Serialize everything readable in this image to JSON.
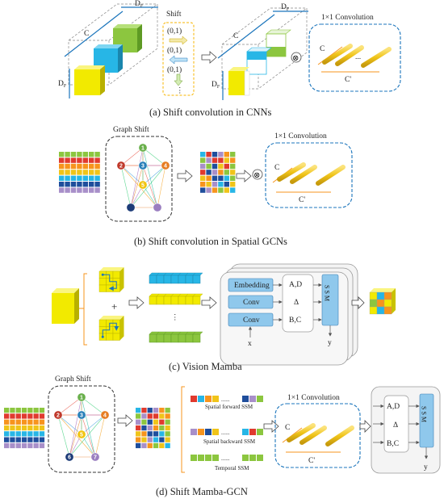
{
  "panel_a": {
    "caption": "(a) Shift convolution in CNNs",
    "dim_c": "C",
    "dim_df": "D",
    "dim_df_sub": "F",
    "shift_title": "Shift",
    "shift_items": [
      "(0,1)",
      "(0,1)",
      "(0,1)"
    ],
    "shift_more": "⋮",
    "conv_title": "1×1 Convolution",
    "conv_c": "C",
    "conv_cprime": "C'",
    "conv_dots": "...",
    "operator": "⊗"
  },
  "panel_b": {
    "caption": "(b) Shift convolution in Spatial GCNs",
    "graph_title": "Graph Shift",
    "nodes": [
      "1",
      "2",
      "3",
      "4",
      "5"
    ],
    "conv_title": "1×1 Convolution",
    "conv_c": "C",
    "conv_cprime": "C'",
    "operator": "⊗"
  },
  "panel_c": {
    "caption": "(c) Vision Mamba",
    "plus": "+",
    "vdots": "⋮",
    "embedding": "Embedding",
    "conv1": "Conv",
    "conv2": "Conv",
    "ad": "A,D",
    "delta": "Δ",
    "bc": "B,C",
    "ssm": "S S M",
    "x": "x",
    "y": "y"
  },
  "panel_d": {
    "caption": "(d) Shift Mamba-GCN",
    "graph_title": "Graph Shift",
    "nodes": [
      "1",
      "2",
      "3",
      "4",
      "5",
      "6",
      "7"
    ],
    "ssm_forward": "Spatial forward SSM",
    "ssm_backward": "Spatial backward SSM",
    "ssm_temporal": "Temporal SSM",
    "dots": "......",
    "conv_title": "1×1 Convolution",
    "conv_c": "C",
    "conv_cprime": "C'",
    "ad": "A,D",
    "delta": "Δ",
    "bc": "B,C",
    "ssm": "S S M",
    "y": "y"
  },
  "colors": {
    "yellow": "#f2ea00",
    "blue": "#27b6e6",
    "green": "#8cc63f",
    "red": "#e03a2e",
    "orange": "#f7941d",
    "navy": "#1f4e9c",
    "purple": "#a88fc9",
    "gold": "#f0c419",
    "dashed_blue": "#1b75bc",
    "gray_box": "#f2f2f2",
    "ssm_blue": "#8fc8ec",
    "node_green": "#6ab04c",
    "node_red": "#c0392b",
    "node_blue": "#2980b9",
    "node_orange": "#e67e22",
    "node_yellow": "#f1c40f",
    "node_navy": "#1d3c78",
    "node_purple": "#9b7fc0"
  },
  "icons": [
    "right-arrow-icon",
    "left-arrow-icon",
    "down-arrow-icon",
    "tensor-product-icon"
  ]
}
